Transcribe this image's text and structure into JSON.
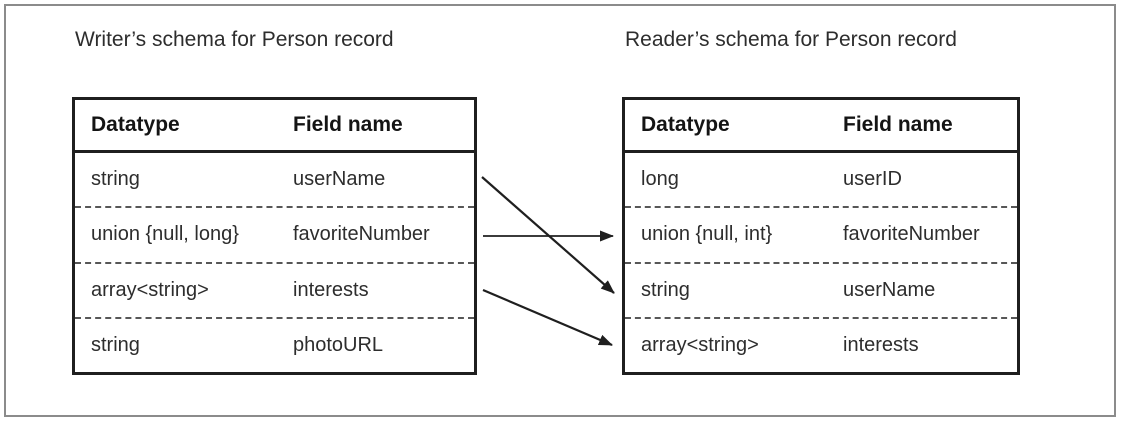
{
  "writer_schema": {
    "title": "Writer’s schema for Person record",
    "columns": [
      "Datatype",
      "Field name"
    ],
    "rows": [
      {
        "datatype": "string",
        "field_name": "userName"
      },
      {
        "datatype": "union {null, long}",
        "field_name": "favoriteNumber"
      },
      {
        "datatype": "array<string>",
        "field_name": "interests"
      },
      {
        "datatype": "string",
        "field_name": "photoURL"
      }
    ]
  },
  "reader_schema": {
    "title": "Reader’s schema for Person record",
    "columns": [
      "Datatype",
      "Field name"
    ],
    "rows": [
      {
        "datatype": "long",
        "field_name": "userID"
      },
      {
        "datatype": "union {null, int}",
        "field_name": "favoriteNumber"
      },
      {
        "datatype": "string",
        "field_name": "userName"
      },
      {
        "datatype": "array<string>",
        "field_name": "interests"
      }
    ]
  },
  "arrows": [
    {
      "field": "userName",
      "from_writer_row": 1,
      "to_reader_row": 3
    },
    {
      "field": "favoriteNumber",
      "from_writer_row": 2,
      "to_reader_row": 2
    },
    {
      "field": "interests",
      "from_writer_row": 3,
      "to_reader_row": 4
    }
  ],
  "colors": {
    "table_border": "#1f1f1f",
    "dashed_divider": "#575757",
    "arrow": "#1f1f1f",
    "outer_frame": "#8b8b8b",
    "text": "#2d2d2d"
  }
}
